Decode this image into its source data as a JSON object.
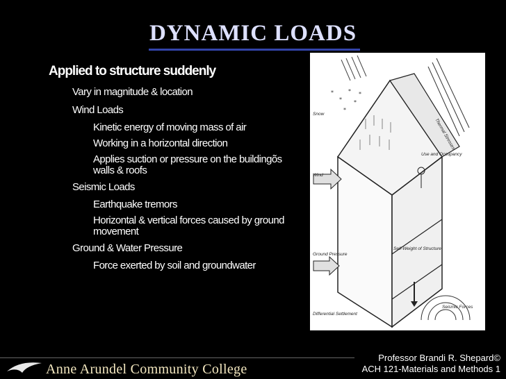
{
  "slide": {
    "title": "DYNAMIC LOADS",
    "bullets": [
      {
        "level": 1,
        "text": "Applied to structure suddenly"
      },
      {
        "level": 2,
        "text": "Vary in magnitude & location"
      },
      {
        "level": 2,
        "text": "Wind Loads"
      },
      {
        "level": 3,
        "text": "Kinetic energy of moving mass of air"
      },
      {
        "level": 3,
        "text": "Working in a horizontal direction"
      },
      {
        "level": 3,
        "text": "Applies suction or pressure on the buildingõs walls & roofs"
      },
      {
        "level": 2,
        "text": "Seismic Loads"
      },
      {
        "level": 3,
        "text": "Earthquake tremors"
      },
      {
        "level": 3,
        "text": "Horizontal & vertical forces caused by ground movement"
      },
      {
        "level": 2,
        "text": "Ground & Water Pressure"
      },
      {
        "level": 3,
        "text": "Force exerted by soil and groundwater"
      }
    ]
  },
  "figure": {
    "labels": {
      "snow": "Snow",
      "thermal": "Thermal Stresses",
      "use": "Use and Occupancy",
      "wind": "Wind",
      "ground": "Ground Pressure",
      "self_weight": "Self-Weight of Structure",
      "seismic": "Seismic Forces",
      "settlement": "Differential Settlement"
    }
  },
  "footer": {
    "college": "Anne Arundel Community College",
    "professor": "Professor Brandi R. Shepard©",
    "course": "ACH 121-Materials and Methods 1"
  },
  "colors": {
    "title": "#dde0ff",
    "rule": "#3344aa",
    "college": "#f4e8c0"
  }
}
